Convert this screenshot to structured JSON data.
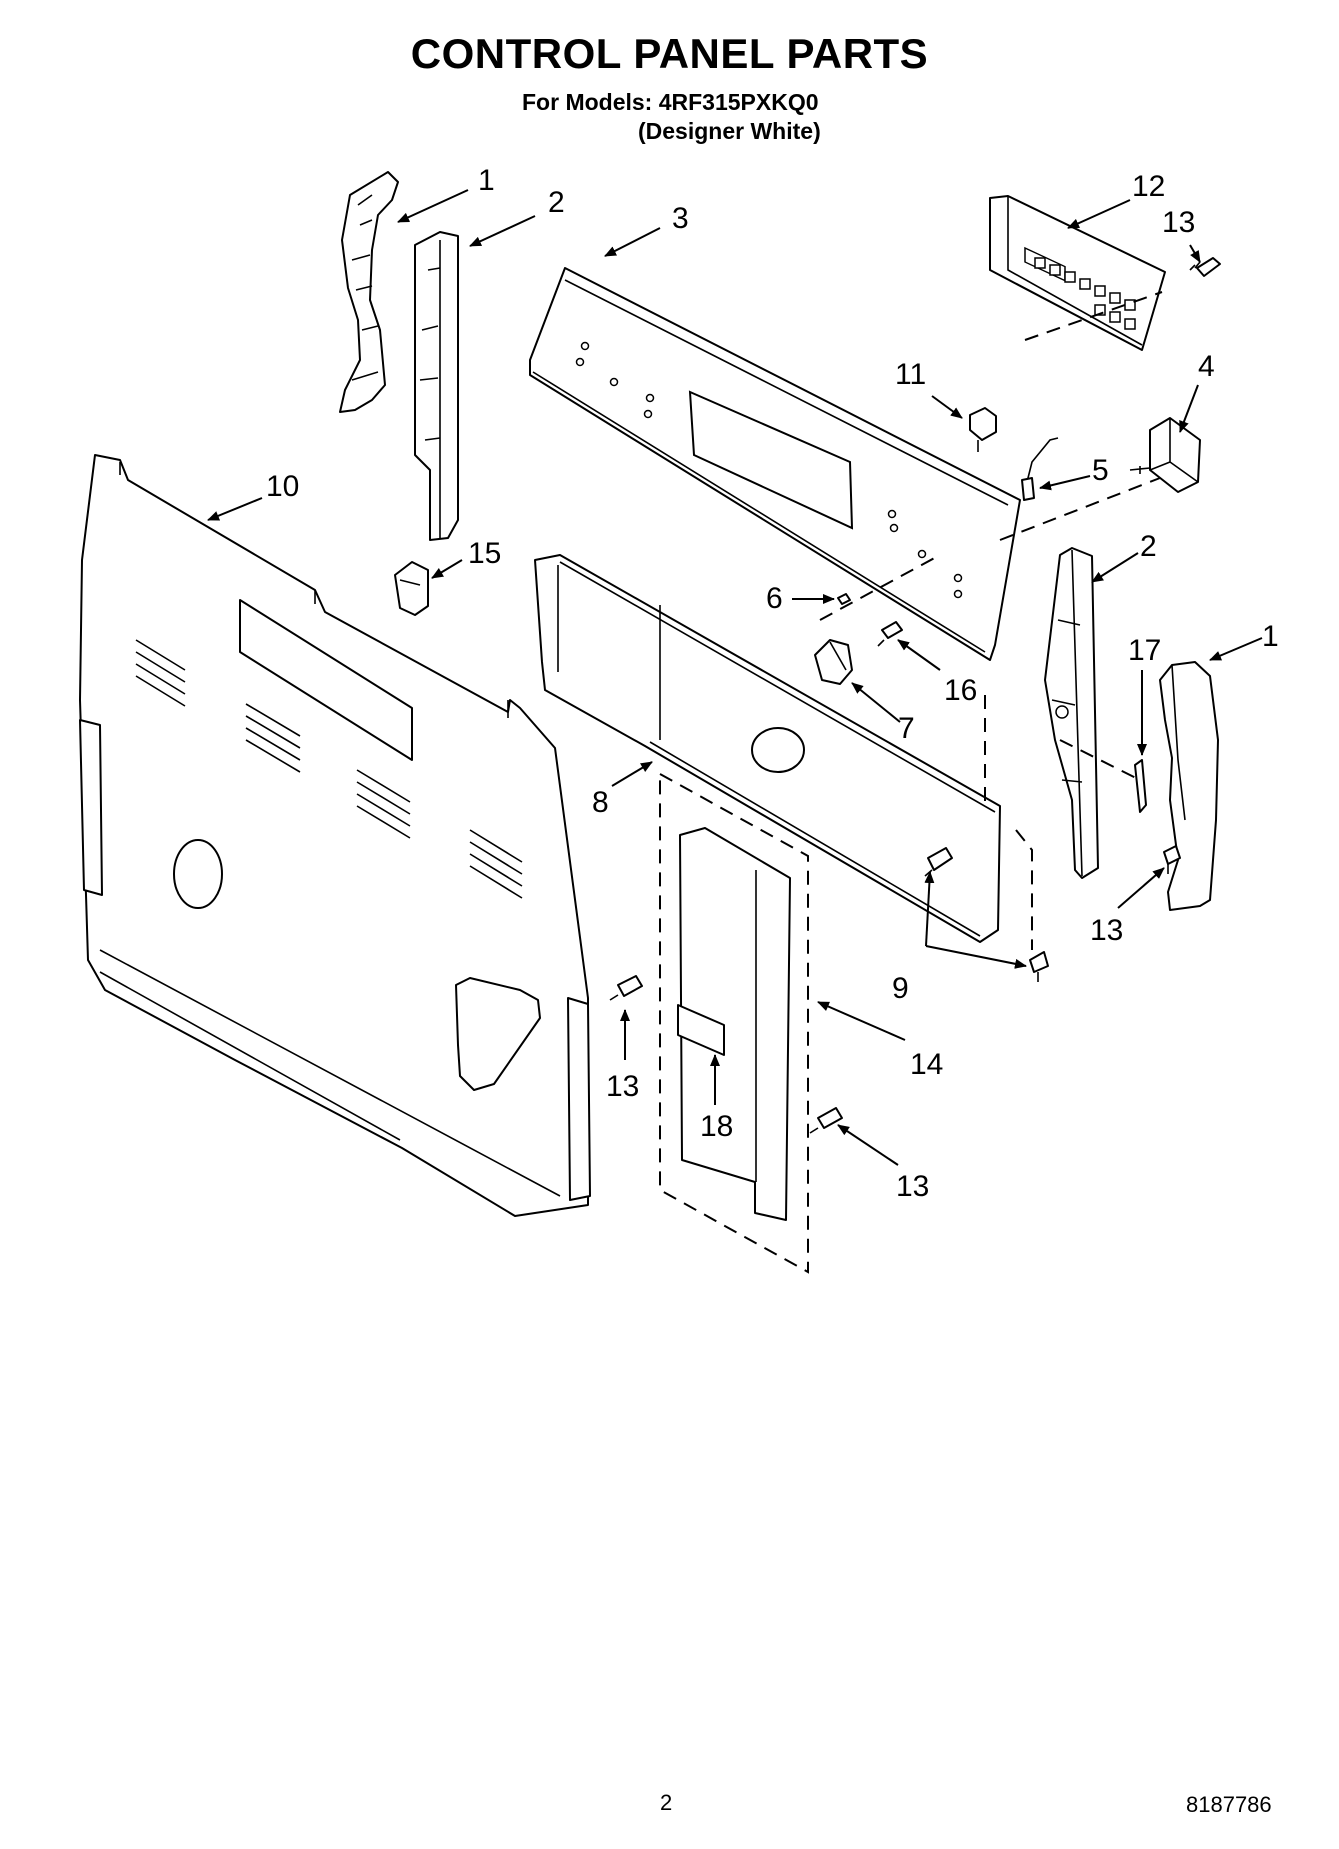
{
  "header": {
    "title": "CONTROL PANEL PARTS",
    "models_line": "For Models: 4RF315PXKQ0",
    "color_line": "(Designer White)"
  },
  "callouts": [
    {
      "id": "c1a",
      "label": "1"
    },
    {
      "id": "c2a",
      "label": "2"
    },
    {
      "id": "c3",
      "label": "3"
    },
    {
      "id": "c12",
      "label": "12"
    },
    {
      "id": "c13a",
      "label": "13"
    },
    {
      "id": "c11",
      "label": "11"
    },
    {
      "id": "c4",
      "label": "4"
    },
    {
      "id": "c5",
      "label": "5"
    },
    {
      "id": "c10",
      "label": "10"
    },
    {
      "id": "c15",
      "label": "15"
    },
    {
      "id": "c2b",
      "label": "2"
    },
    {
      "id": "c6",
      "label": "6"
    },
    {
      "id": "c17",
      "label": "17"
    },
    {
      "id": "c1b",
      "label": "1"
    },
    {
      "id": "c16",
      "label": "16"
    },
    {
      "id": "c7",
      "label": "7"
    },
    {
      "id": "c8",
      "label": "8"
    },
    {
      "id": "c13b",
      "label": "13"
    },
    {
      "id": "c9",
      "label": "9"
    },
    {
      "id": "c13c",
      "label": "13"
    },
    {
      "id": "c14",
      "label": "14"
    },
    {
      "id": "c18",
      "label": "18"
    },
    {
      "id": "c13d",
      "label": "13"
    }
  ],
  "footer": {
    "page_number": "2",
    "document_number": "8187786"
  }
}
